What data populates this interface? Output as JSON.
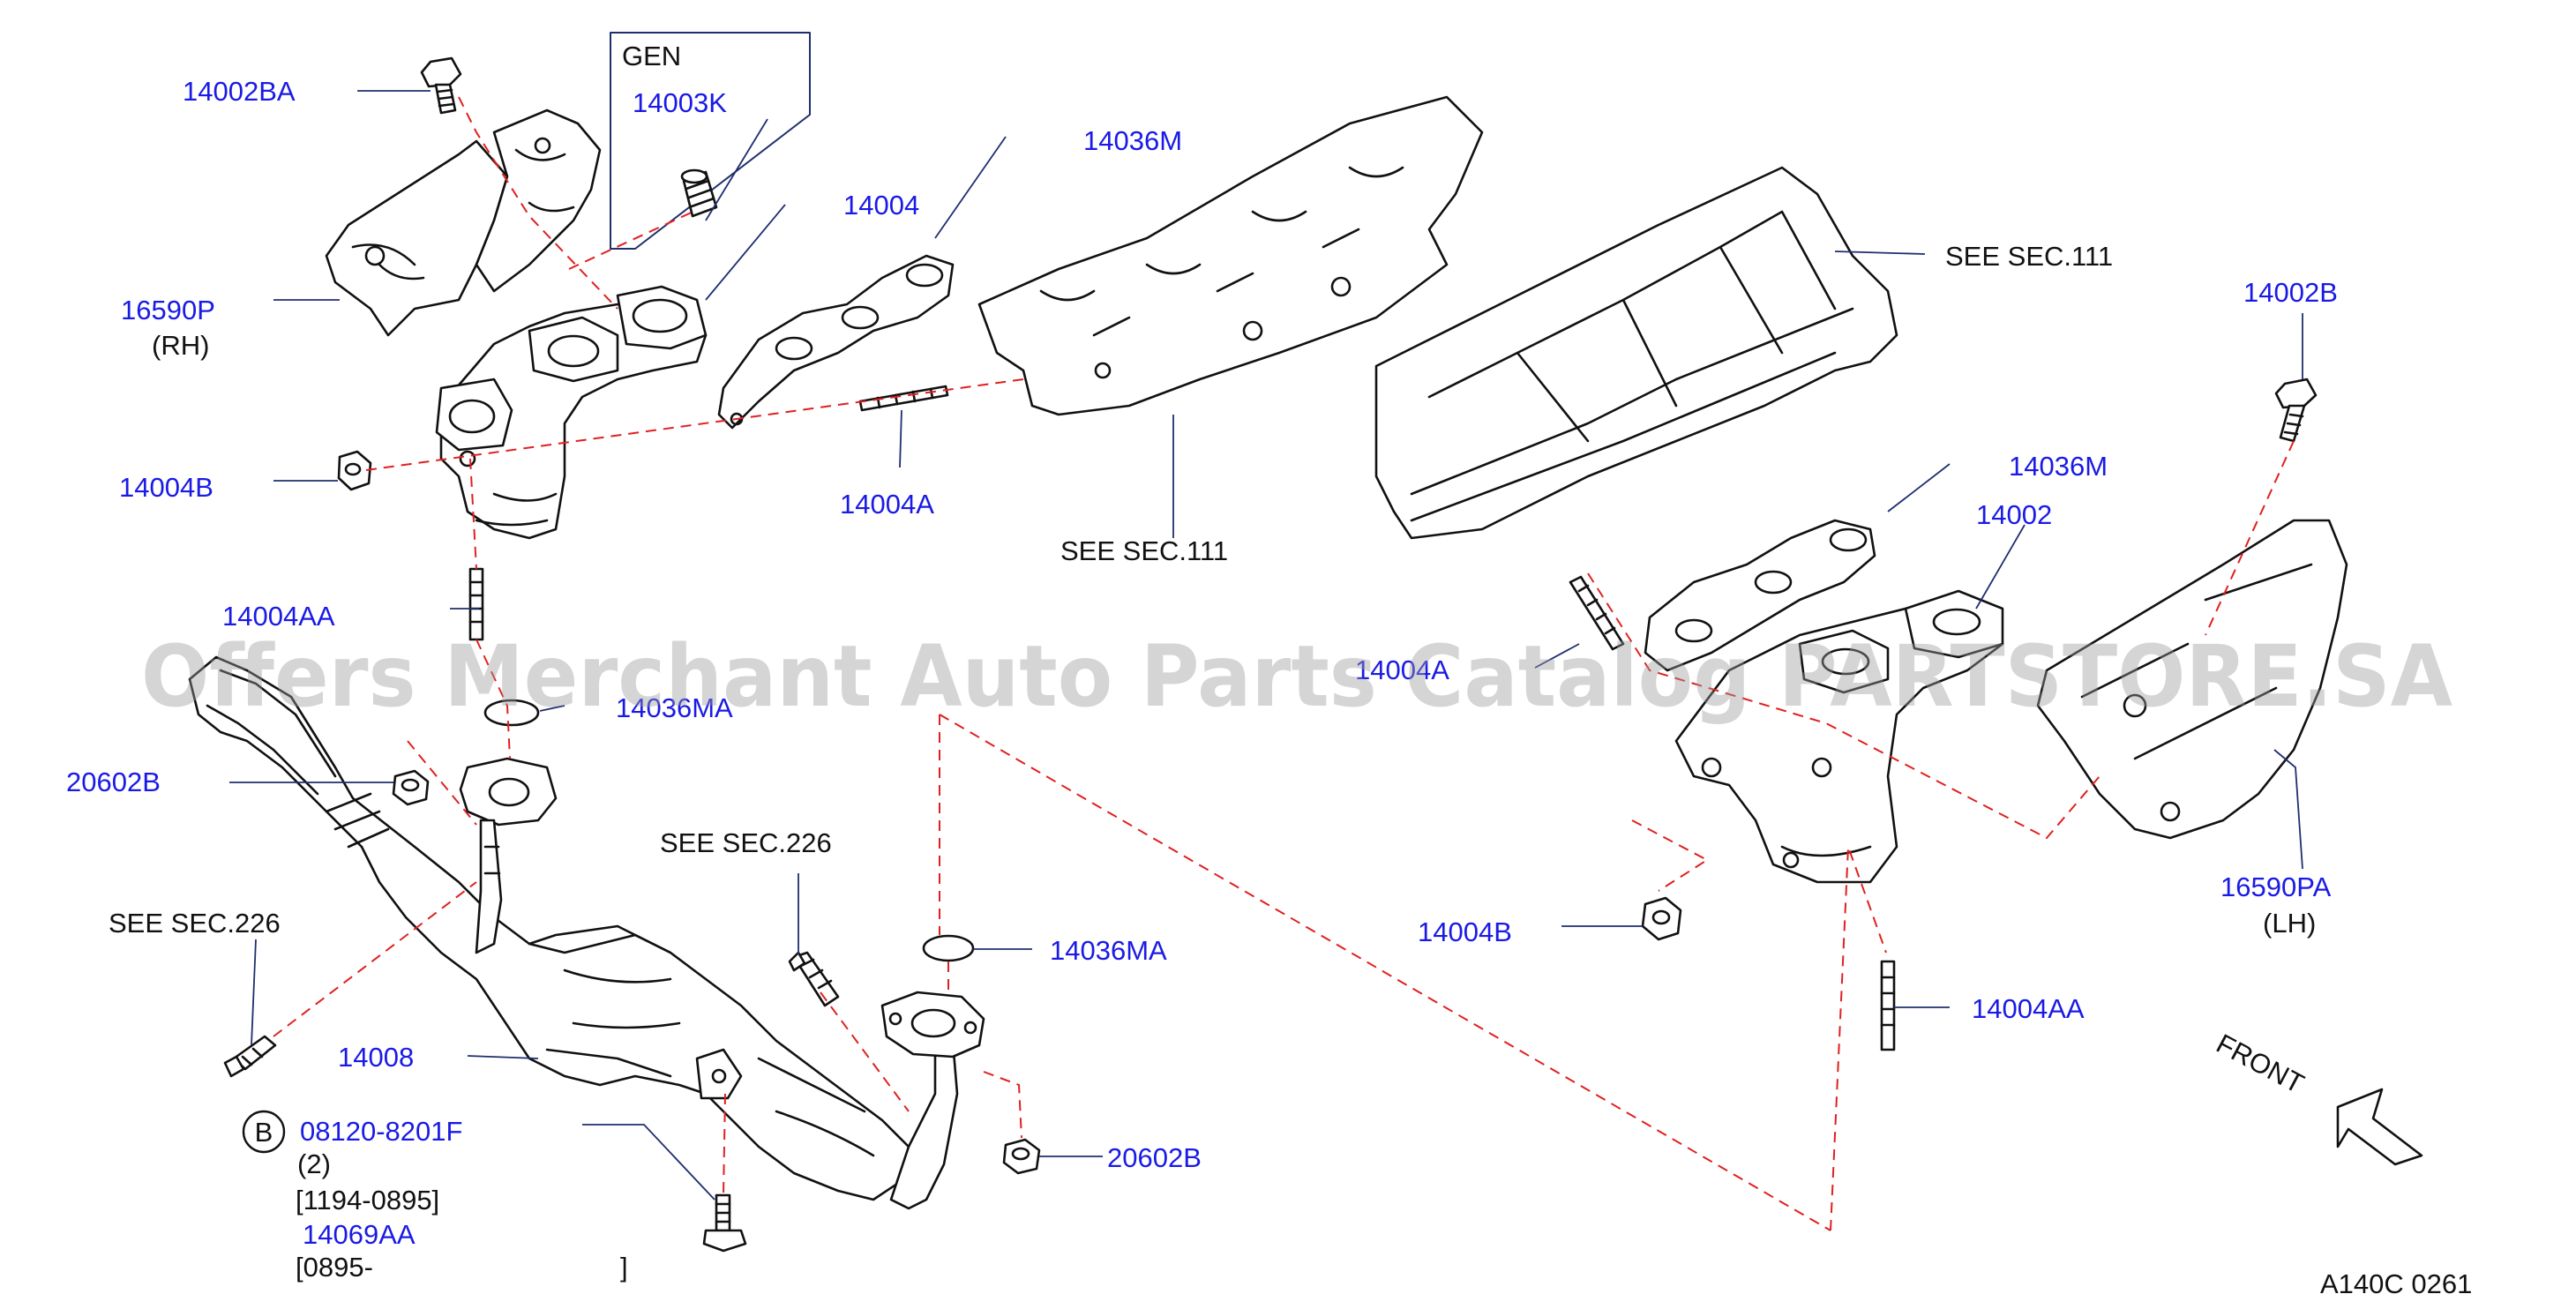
{
  "labels": {
    "p14002BA": "14002BA",
    "gen_title": "GEN",
    "p14003K": "14003K",
    "p14036M_a": "14036M",
    "p14004": "14004",
    "p16590P": "16590P",
    "rh": "(RH)",
    "p14004B_a": "14004B",
    "p14004A_a": "14004A",
    "see_sec111_a": "SEE   SEC.111",
    "see_sec111_b": "SEE   SEC.111",
    "p14002B": "14002B",
    "p14036M_b": "14036M",
    "p14002": "14002",
    "p14004AA_a": "14004AA",
    "p14036MA_a": "14036MA",
    "p14004A_b": "14004A",
    "p20602B_a": "20602B",
    "see_sec226_a": "SEE   SEC.226",
    "see_sec226_b": "SEE   SEC.226",
    "p14008": "14008",
    "p14036MA_b": "14036MA",
    "p16590PA": "16590PA",
    "lh": "(LH)",
    "p14004B_b": "14004B",
    "p14004AA_b": "14004AA",
    "bolt_circle": "B",
    "p08120": "08120-8201F",
    "qty": "(2)",
    "date_range_a": "[1194-0895]",
    "p14069AA": "14069AA",
    "date_range_b": "[0895-",
    "date_range_b_close": "]",
    "front": "FRONT",
    "code": "A140C   0261"
  },
  "watermark": "Offers Merchant Auto Parts Catalog PARTSTORE.SA",
  "colors": {
    "part_number": "#1a1ae6",
    "text": "#111111",
    "dashed_line": "#e02020",
    "leader": "#1f2f6e",
    "watermark": "#9a9a9a"
  }
}
